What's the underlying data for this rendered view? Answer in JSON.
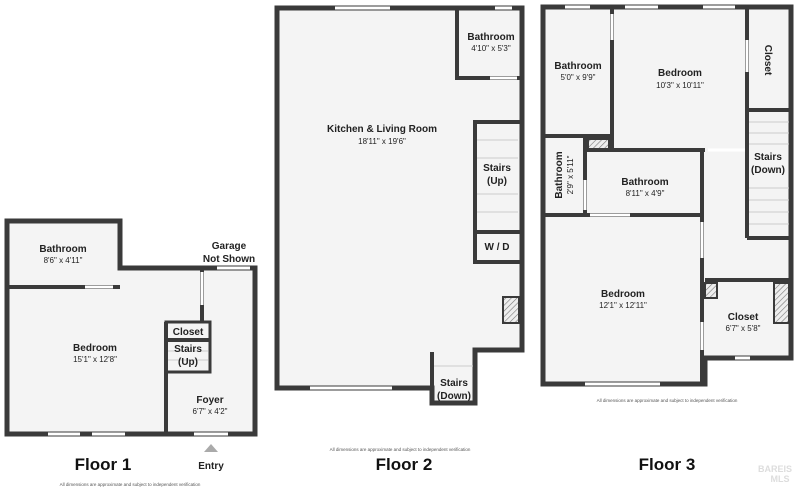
{
  "floor1": {
    "title": "Floor 1",
    "note": "All dimensions are approximate and subject to independent verification",
    "garage": [
      "Garage",
      "Not Shown"
    ],
    "entry": "Entry",
    "rooms": {
      "bathroom": {
        "name": "Bathroom",
        "dims": "8'6\" x 4'11\""
      },
      "bedroom": {
        "name": "Bedroom",
        "dims": "15'1\" x 12'8\""
      },
      "closet": {
        "name": "Closet"
      },
      "stairs": {
        "name": [
          "Stairs",
          "(Up)"
        ]
      },
      "foyer": {
        "name": "Foyer",
        "dims": "6'7\" x 4'2\""
      }
    }
  },
  "floor2": {
    "title": "Floor 2",
    "note": "All dimensions are approximate and subject to independent verification",
    "rooms": {
      "bathroom": {
        "name": "Bathroom",
        "dims": "4'10\" x 5'3\""
      },
      "kitchen": {
        "name": "Kitchen & Living Room",
        "dims": "18'11\" x 19'6\""
      },
      "stairs_up": {
        "name": [
          "Stairs",
          "(Up)"
        ]
      },
      "wd": {
        "name": "W / D"
      },
      "stairs_down": {
        "name": [
          "Stairs",
          "(Down)"
        ]
      }
    }
  },
  "floor3": {
    "title": "Floor 3",
    "note": "All dimensions are approximate and subject to independent verification",
    "rooms": {
      "bathroom1": {
        "name": "Bathroom",
        "dims": "5'0\" x 9'9\""
      },
      "bedroom1": {
        "name": "Bedroom",
        "dims": "10'3\" x 10'11\""
      },
      "closet1": {
        "name": "Closet"
      },
      "stairs": {
        "name": [
          "Stairs",
          "(Down)"
        ]
      },
      "bathroom2": {
        "name": "Bathroom",
        "dims": "2'9\" x 5'11\""
      },
      "bathroom3": {
        "name": "Bathroom",
        "dims": "8'11\" x 4'9\""
      },
      "bedroom2": {
        "name": "Bedroom",
        "dims": "12'1\" x 12'11\""
      },
      "closet2": {
        "name": "Closet",
        "dims": "6'7\" x 5'8\""
      }
    }
  },
  "watermark": [
    "BAREIS",
    "MLS"
  ]
}
